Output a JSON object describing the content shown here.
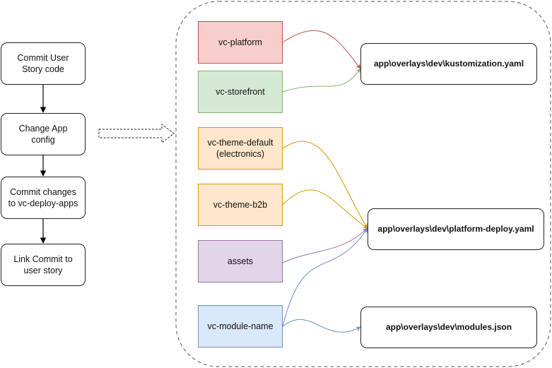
{
  "steps": [
    {
      "label": "Commit User\nStory  code"
    },
    {
      "label": "Change App\nconfig"
    },
    {
      "label": "Commit changes\nto vc-deploy-apps"
    },
    {
      "label": "Link Commit to\nuser story"
    }
  ],
  "apps": [
    {
      "label": "vc-platform",
      "fill": "#f8cecc",
      "stroke": "#b85450"
    },
    {
      "label": "vc-storefront",
      "fill": "#d5e8d4",
      "stroke": "#82b366"
    },
    {
      "label": "vc-theme-default\n(electronics)",
      "fill": "#ffe6cc",
      "stroke": "#d79b00"
    },
    {
      "label": "vc-theme-b2b",
      "fill": "#ffe6cc",
      "stroke": "#d79b00"
    },
    {
      "label": "assets",
      "fill": "#e1d5e7",
      "stroke": "#9673a6"
    },
    {
      "label": "vc-module-name",
      "fill": "#dae8fc",
      "stroke": "#6c8ebf"
    }
  ],
  "files": [
    {
      "label": "app\\overlays\\dev\\kustomization.yaml"
    },
    {
      "label": "app\\overlays\\dev\\platform-deploy.yaml"
    },
    {
      "label": "app\\overlays\\dev\\modules.json"
    }
  ],
  "colors": {
    "red": "#b85450",
    "green": "#82b366",
    "orange": "#d79b00",
    "purple": "#9673a6",
    "blue": "#6c8ebf"
  }
}
